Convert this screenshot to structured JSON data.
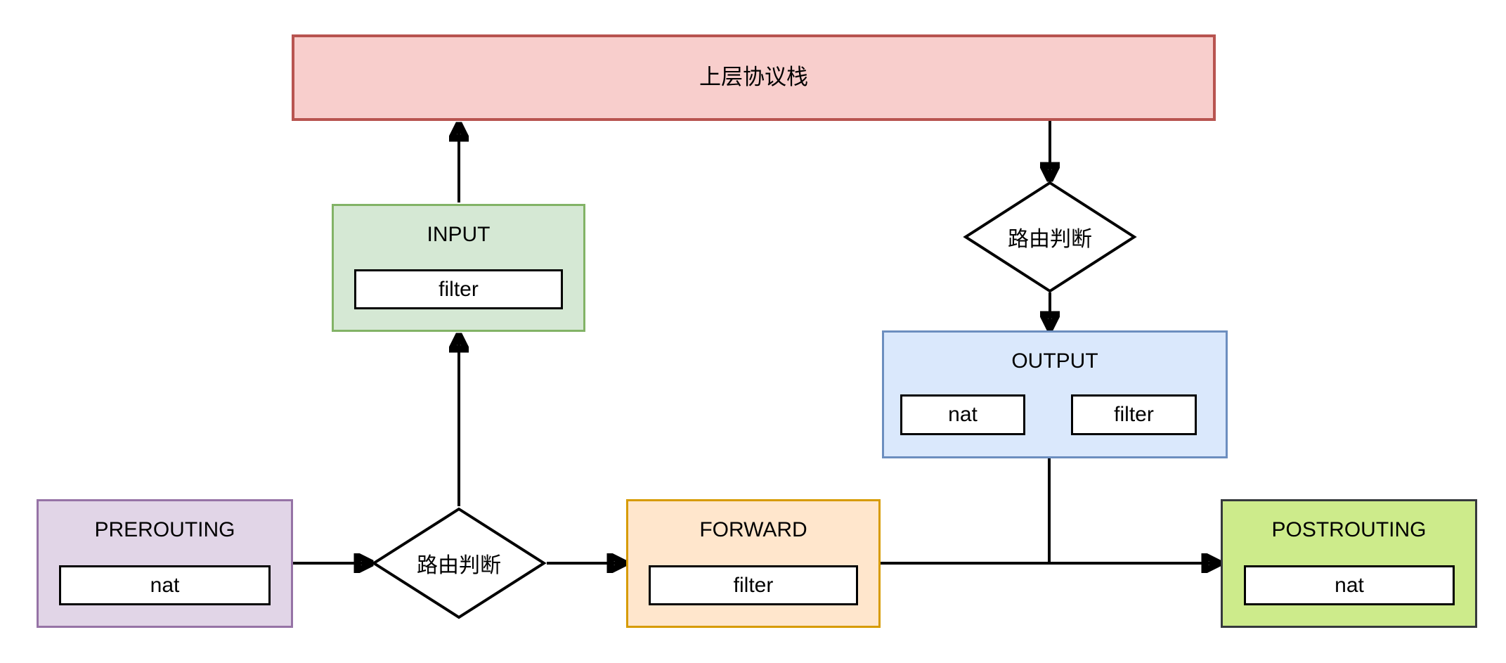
{
  "diagram": {
    "title_text": "上层协议栈",
    "nodes": {
      "upper_stack": {
        "label": "上层协议栈",
        "fill": "#f8cecc",
        "stroke": "#b85450"
      },
      "input_chain": {
        "label": "INPUT",
        "table": "filter",
        "fill": "#d5e8d4",
        "stroke": "#82b366"
      },
      "output_chain": {
        "label": "OUTPUT",
        "table_nat": "nat",
        "table_filter": "filter",
        "fill": "#dae8fc",
        "stroke": "#6c8ebf"
      },
      "prerouting": {
        "label": "PREROUTING",
        "table": "nat",
        "fill": "#e1d5e7",
        "stroke": "#9673a6"
      },
      "forward": {
        "label": "FORWARD",
        "table": "filter",
        "fill": "#ffe6cc",
        "stroke": "#d79b00"
      },
      "postrouting": {
        "label": "POSTROUTING",
        "table": "nat",
        "fill": "#cdeb8b",
        "stroke": "#36393d"
      },
      "decision_bottom": {
        "label": "路由判断",
        "fill": "#ffffff",
        "stroke": "#000000"
      },
      "decision_right": {
        "label": "路由判断",
        "fill": "#ffffff",
        "stroke": "#000000"
      }
    },
    "edges": [
      {
        "from": "prerouting",
        "to": "decision_bottom",
        "arrow": true
      },
      {
        "from": "decision_bottom",
        "to": "forward",
        "arrow": true
      },
      {
        "from": "decision_bottom",
        "to": "input_chain",
        "arrow": true
      },
      {
        "from": "input_chain",
        "to": "upper_stack",
        "arrow": true
      },
      {
        "from": "upper_stack",
        "to": "decision_right",
        "arrow": true
      },
      {
        "from": "decision_right",
        "to": "output_chain",
        "arrow": true
      },
      {
        "from": "output_chain",
        "to": "postrouting-line",
        "arrow": false
      },
      {
        "from": "forward",
        "to": "postrouting",
        "arrow": true
      },
      {
        "from": "output_nat",
        "to": "output_filter",
        "arrow": true
      }
    ]
  }
}
